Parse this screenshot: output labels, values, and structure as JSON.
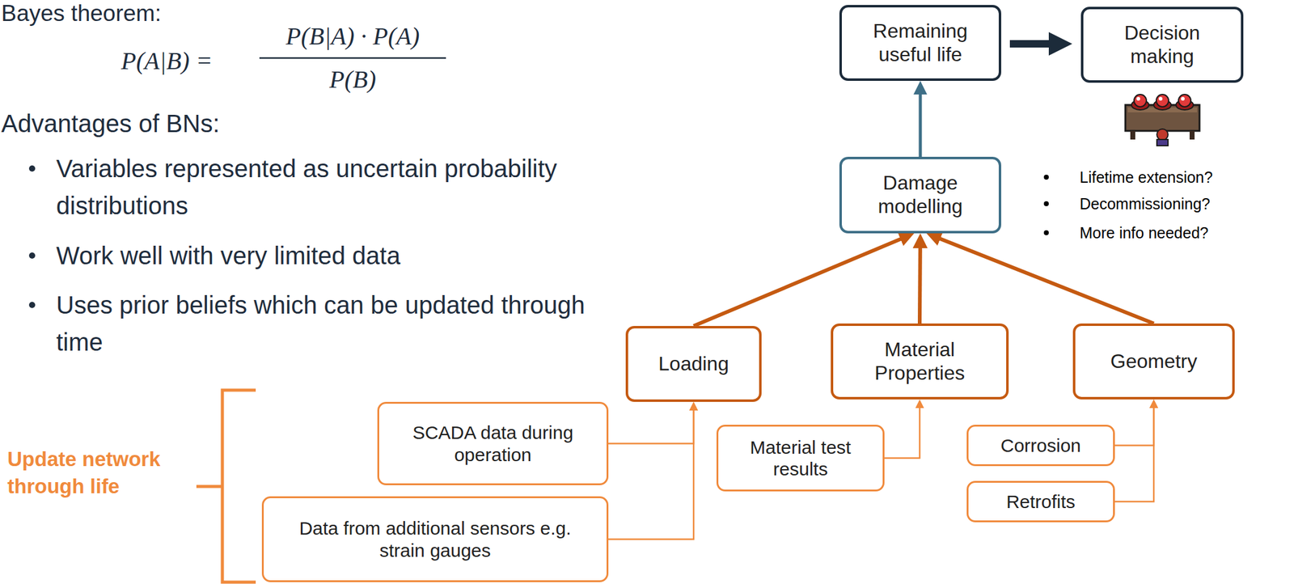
{
  "diagram": {
    "nodes": [
      {
        "text": [
          "Remaining useful life"
        ]
      },
      {
        "text": [
          "Decision making"
        ]
      },
      {
        "text": [
          "Damage modelling"
        ]
      },
      {
        "text": [
          "Loading"
        ]
      },
      {
        "text": [
          "Material Properties"
        ]
      },
      {
        "text": [
          "Geometry"
        ]
      },
      {
        "text": [
          "SCADA data during operation"
        ]
      },
      {
        "text": [
          "Data from additional sensors e.g. strain gauges"
        ]
      },
      {
        "text": [
          "Material test results"
        ]
      },
      {
        "text": [
          "Corrosion"
        ]
      },
      {
        "text": [
          "Retrofits"
        ]
      }
    ],
    "edges": [
      {
        "from": 0,
        "to": 1,
        "arrow": "to"
      },
      {
        "from": 2,
        "to": 0,
        "arrow": "to"
      },
      {
        "from": 3,
        "to": 2,
        "arrow": "to"
      },
      {
        "from": 4,
        "to": 2,
        "arrow": "to"
      },
      {
        "from": 5,
        "to": 2,
        "arrow": "to"
      },
      {
        "from": 6,
        "to": 3,
        "arrow": "to"
      },
      {
        "from": 7,
        "to": 3,
        "arrow": "to"
      },
      {
        "from": 8,
        "to": 4,
        "arrow": "to"
      },
      {
        "from": 9,
        "to": 5,
        "arrow": "to"
      },
      {
        "from": 10,
        "to": 5,
        "arrow": "to"
      }
    ],
    "labels": [
      "Bayes theorem:",
      "P(A|B) =",
      "P(B|A) · P(A)",
      "P(B)",
      "Advantages of BNs:",
      "Variables represented as uncertain probability distributions",
      "Work well with very limited data",
      "Uses prior beliefs which can be updated through time",
      "Lifetime extension?",
      "Decommissioning?",
      "More info needed?",
      "Update network through life"
    ]
  }
}
